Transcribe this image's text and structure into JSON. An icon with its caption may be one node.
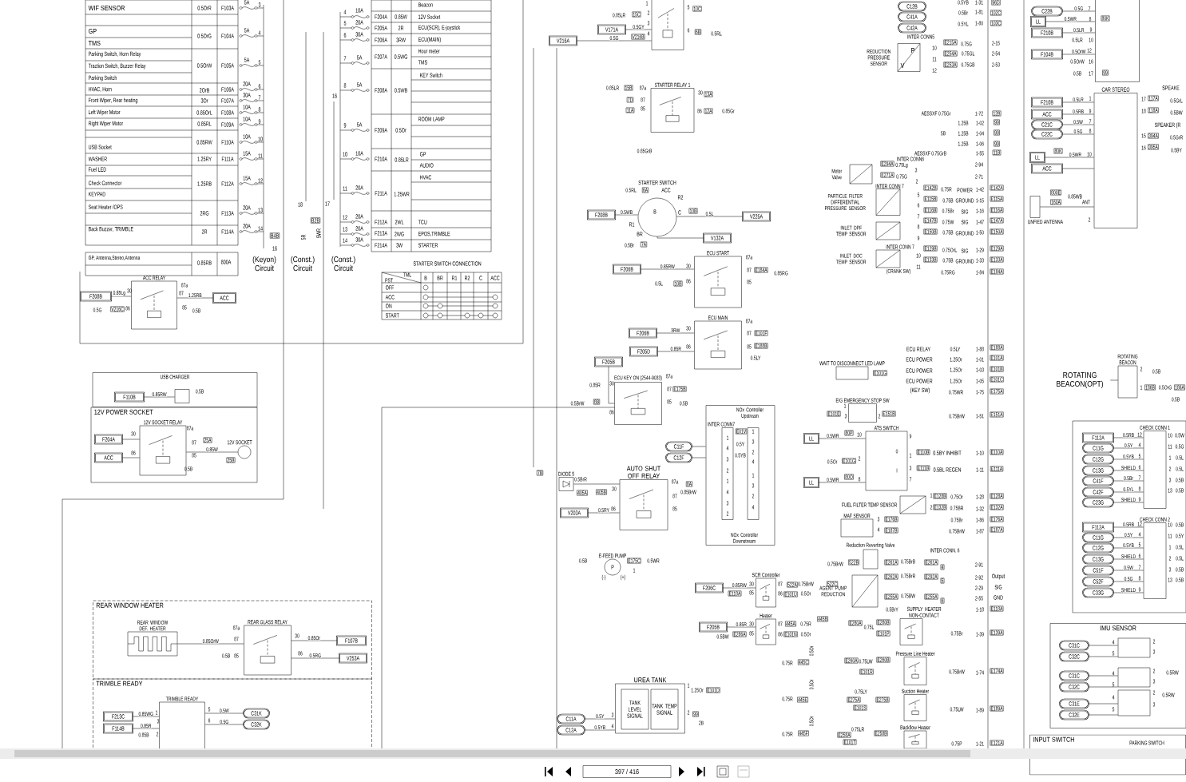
{
  "diagram": {
    "nodes": [
      {
        "text": [
          "ACC RELAY"
        ]
      },
      {
        "text": [
          "F208B"
        ]
      },
      {
        "text": [
          "ACC"
        ]
      },
      {
        "text": [
          "USB CHARGER"
        ]
      },
      {
        "text": [],
        "shape": "box",
        "in": 3
      },
      {
        "text": [
          "F110B"
        ],
        "in": 3
      },
      {
        "text": [
          "12V POWER SOCKET"
        ]
      },
      {
        "text": [
          "12V SOCKET RELAY"
        ],
        "in": 6
      },
      {
        "text": [
          "F204A"
        ],
        "in": 6
      },
      {
        "text": [
          "ACC"
        ],
        "in": 6
      },
      {
        "text": [
          "12V SOCKET"
        ],
        "in": 6
      },
      {
        "text": [
          "REAR WINDOW HEATER"
        ]
      },
      {
        "text": [
          "REAR WINDOW DEF. HEATER"
        ],
        "in": 11
      },
      {
        "text": [
          "REAR GLASS RELAY"
        ],
        "in": 11
      },
      {
        "text": [
          "F107B"
        ],
        "in": 11
      },
      {
        "text": [
          "V253A"
        ],
        "in": 11
      },
      {
        "text": [
          "TRIMBLE READY"
        ]
      },
      {
        "text": [
          "TRIMBLE READY"
        ],
        "in": 16
      },
      {
        "text": [
          "F213C"
        ],
        "in": 16
      },
      {
        "text": [
          "F114B"
        ],
        "in": 16
      },
      {
        "text": [
          "C31K"
        ],
        "in": 16
      },
      {
        "text": [
          "C32K"
        ],
        "in": 16
      },
      {
        "text": [],
        "shape": "box"
      },
      {
        "text": [
          "V171A"
        ]
      },
      {
        "text": [
          "V216A"
        ]
      },
      {
        "text": [
          "STARTER RELAY 1"
        ]
      },
      {
        "text": [
          "STARTER SWITCH"
        ]
      },
      {
        "text": [
          "F208B"
        ]
      },
      {
        "text": [
          "V225A"
        ]
      },
      {
        "text": [
          "V132A"
        ]
      },
      {
        "text": [
          "ECU START"
        ]
      },
      {
        "text": [
          "F206B"
        ]
      },
      {
        "text": [
          "ECU MAIN"
        ]
      },
      {
        "text": [
          "F206B"
        ]
      },
      {
        "text": [
          "F205D"
        ]
      },
      {
        "text": [
          "ECU KEY ON (2544-9033)"
        ]
      },
      {
        "text": [
          "F205B"
        ]
      },
      {
        "text": [
          "DIODE 5"
        ]
      },
      {
        "text": [
          "AUTO SHUT OFF RELAY"
        ]
      },
      {
        "text": [
          "V203A"
        ]
      },
      {
        "text": [
          "NOx Controller Upstream",
          "NOx Controller Downstream"
        ]
      },
      {
        "text": [
          "C11F"
        ]
      },
      {
        "text": [
          "C12F"
        ]
      },
      {
        "text": [
          "E-FEED PUMP"
        ]
      },
      {
        "text": [
          "UREA TANK"
        ]
      },
      {
        "text": [
          "TANK LEVEL SIGNAL"
        ],
        "in": 44
      },
      {
        "text": [
          "TANK TEMP SIGNAL"
        ],
        "in": 44
      },
      {
        "text": [
          "C11A"
        ]
      },
      {
        "text": [
          "C12A"
        ]
      },
      {
        "text": [
          "SCR Controller"
        ]
      },
      {
        "text": [
          "F206C"
        ]
      },
      {
        "text": [
          "Heater"
        ]
      },
      {
        "text": [
          "F205B"
        ]
      },
      {
        "text": [
          "AGENT PUMP REDUCTION"
        ]
      },
      {
        "text": [
          "Reduction Reverting Valve"
        ]
      },
      {
        "text": [
          "MAF SENSOR"
        ]
      },
      {
        "text": [
          "FUEL FILTER TEMP SENSOR"
        ]
      },
      {
        "text": [
          "ATS SWITCH"
        ]
      },
      {
        "text": [
          "LL"
        ]
      },
      {
        "text": [
          "LL"
        ]
      },
      {
        "text": [
          "E/G EMERGENCY STOP SW"
        ]
      },
      {
        "text": [
          "WAIT TO DISCONNECT LED LAMP"
        ]
      },
      {
        "text": [
          "Meter Valve"
        ]
      },
      {
        "text": [
          "PARTICLE FILTER DIFFERENTIAL PRESSURE SENSOR"
        ]
      },
      {
        "text": [
          "INLET DPF TEMP SENSOR"
        ]
      },
      {
        "text": [
          "INLET DOC TEMP SENSOR"
        ]
      },
      {
        "text": [
          "REDUCTION PRESSURE SENSOR"
        ]
      },
      {
        "text": [
          "SUPPLY HEATER NON-CONTACT"
        ]
      },
      {
        "text": [
          "Pressure Line Heater"
        ]
      },
      {
        "text": [
          "Suction Heater"
        ]
      },
      {
        "text": [
          "Backflow Heater"
        ]
      },
      {
        "text": [
          "CAR STEREO"
        ]
      },
      {
        "text": [
          "F210B"
        ]
      },
      {
        "text": [
          "ACC"
        ]
      },
      {
        "text": [
          "C21C"
        ]
      },
      {
        "text": [
          "C22C"
        ]
      },
      {
        "text": [
          "LL"
        ]
      },
      {
        "text": [
          "ACC"
        ]
      },
      {
        "text": [
          "UNFIED ANTENNA"
        ]
      },
      {
        "text": [],
        "shape": "box"
      },
      {
        "text": [
          "C22B"
        ]
      },
      {
        "text": [
          "LL"
        ]
      },
      {
        "text": [
          "F210B"
        ]
      },
      {
        "text": [
          "F104B"
        ]
      },
      {
        "text": [
          "ROTATING BEACON"
        ]
      },
      {
        "text": [
          "ROTATING BEACON(OPT)"
        ]
      },
      {
        "text": [],
        "shape": "box"
      },
      {
        "text": [
          "CHECK CONN 1"
        ],
        "in": 86
      },
      {
        "text": [
          "CHECK CONN 2"
        ],
        "in": 86
      },
      {
        "text": [
          "F112A"
        ],
        "in": 86
      },
      {
        "text": [
          "C11G"
        ],
        "in": 86
      },
      {
        "text": [
          "C12G"
        ],
        "in": 86
      },
      {
        "text": [
          "C13G"
        ],
        "in": 86
      },
      {
        "text": [
          "C41F"
        ],
        "in": 86
      },
      {
        "text": [
          "C42F"
        ],
        "in": 86
      },
      {
        "text": [
          "C23G"
        ],
        "in": 86
      },
      {
        "text": [
          "F112A"
        ],
        "in": 86
      },
      {
        "text": [
          "C11G"
        ],
        "in": 86
      },
      {
        "text": [
          "C12G"
        ],
        "in": 86
      },
      {
        "text": [
          "C13G"
        ],
        "in": 86
      },
      {
        "text": [
          "C51F"
        ],
        "in": 86
      },
      {
        "text": [
          "C52F"
        ],
        "in": 86
      },
      {
        "text": [
          "C33G"
        ],
        "in": 86
      },
      {
        "text": [
          "IMU SENSOR"
        ]
      },
      {
        "text": [],
        "shape": "box",
        "in": 103
      },
      {
        "text": [],
        "shape": "box",
        "in": 103
      },
      {
        "text": [],
        "shape": "box",
        "in": 103
      },
      {
        "text": [
          "C31C"
        ],
        "in": 103
      },
      {
        "text": [
          "C32C"
        ],
        "in": 103
      },
      {
        "text": [
          "C31C"
        ],
        "in": 103
      },
      {
        "text": [
          "C32C"
        ],
        "in": 103
      },
      {
        "text": [
          "C31E"
        ],
        "in": 103
      },
      {
        "text": [
          "C32E"
        ],
        "in": 103
      },
      {
        "text": [
          "INPUT SWITCH"
        ]
      },
      {
        "text": [
          "C12B"
        ]
      },
      {
        "text": [
          "C41A"
        ]
      },
      {
        "text": [
          "C42A"
        ]
      }
    ],
    "edges": [
      {
        "from": 1,
        "to": 0,
        "arrow": "none",
        "label": "0.85Lg"
      },
      {
        "from": 0,
        "to": 2,
        "arrow": "none",
        "label": "1.25RB"
      },
      {
        "from": 5,
        "to": 4,
        "arrow": "none",
        "label": "0.85RW"
      },
      {
        "from": 8,
        "to": 7,
        "arrow": "none"
      },
      {
        "from": 9,
        "to": 7,
        "arrow": "none"
      },
      {
        "from": 7,
        "to": 10,
        "arrow": "none",
        "label": "0.85W"
      },
      {
        "from": 12,
        "to": 13,
        "arrow": "none",
        "label": "0.85OrW"
      },
      {
        "from": 13,
        "to": 14,
        "arrow": "none",
        "label": "0.85Or"
      },
      {
        "from": 13,
        "to": 15,
        "arrow": "none",
        "label": "0.5RG"
      },
      {
        "from": 18,
        "to": 17,
        "arrow": "none",
        "label": "0.85WG"
      },
      {
        "from": 19,
        "to": 17,
        "arrow": "none",
        "label": "0.85R"
      },
      {
        "from": 17,
        "to": 20,
        "arrow": "none",
        "label": "0.5W"
      },
      {
        "from": 17,
        "to": 21,
        "arrow": "none",
        "label": "0.5G"
      },
      {
        "from": 23,
        "to": 22,
        "arrow": "none",
        "label": "0.5GY"
      },
      {
        "from": 24,
        "to": 22,
        "arrow": "none",
        "label": "0.5G"
      },
      {
        "from": 27,
        "to": 26,
        "arrow": "none",
        "label": "0.5WB"
      },
      {
        "from": 26,
        "to": 28,
        "arrow": "none",
        "label": "0.5L"
      },
      {
        "from": 26,
        "to": 29,
        "arrow": "none"
      },
      {
        "from": 31,
        "to": 30,
        "arrow": "none",
        "label": "0.85RW"
      },
      {
        "from": 33,
        "to": 32,
        "arrow": "none",
        "label": "3RW"
      },
      {
        "from": 34,
        "to": 32,
        "arrow": "none",
        "label": "0.85R"
      },
      {
        "from": 36,
        "to": 35,
        "arrow": "none"
      },
      {
        "from": 39,
        "to": 38,
        "arrow": "none",
        "label": "0.5RY"
      },
      {
        "from": 37,
        "to": 38,
        "arrow": "none"
      },
      {
        "from": 41,
        "to": 40,
        "arrow": "none"
      },
      {
        "from": 42,
        "to": 40,
        "arrow": "none"
      },
      {
        "from": 47,
        "to": 44,
        "arrow": "none",
        "label": "0.5Y"
      },
      {
        "from": 48,
        "to": 44,
        "arrow": "none",
        "label": "0.5YB"
      },
      {
        "from": 50,
        "to": 49,
        "arrow": "none",
        "label": "0.85RW"
      },
      {
        "from": 52,
        "to": 51,
        "arrow": "none",
        "label": "0.85R"
      },
      {
        "from": 58,
        "to": 57,
        "arrow": "none",
        "label": "0.5WR"
      },
      {
        "from": 59,
        "to": 57,
        "arrow": "none",
        "label": "0.5WR"
      },
      {
        "from": 72,
        "to": 71,
        "arrow": "none",
        "label": "0.5LR"
      },
      {
        "from": 73,
        "to": 71,
        "arrow": "none",
        "label": "0.5RB"
      },
      {
        "from": 74,
        "to": 71,
        "arrow": "none",
        "label": "0.5W"
      },
      {
        "from": 75,
        "to": 71,
        "arrow": "none",
        "label": "0.5G"
      },
      {
        "from": 76,
        "to": 71,
        "arrow": "none",
        "label": "0.5WR"
      },
      {
        "from": 77,
        "to": 71,
        "arrow": "none"
      },
      {
        "from": 78,
        "to": 71,
        "arrow": "none"
      },
      {
        "from": 80,
        "to": 79,
        "arrow": "none",
        "label": "0.5G"
      },
      {
        "from": 81,
        "to": 79,
        "arrow": "none",
        "label": "0.5WR"
      },
      {
        "from": 82,
        "to": 79,
        "arrow": "none",
        "label": "0.5LR"
      },
      {
        "from": 83,
        "to": 79,
        "arrow": "none",
        "label": "0.5OrW"
      },
      {
        "from": 85,
        "to": 84,
        "arrow": "none"
      },
      {
        "from": 89,
        "to": 87,
        "arrow": "none",
        "label": "0.5RB"
      },
      {
        "from": 90,
        "to": 87,
        "arrow": "none",
        "label": "0.5Y"
      },
      {
        "from": 91,
        "to": 87,
        "arrow": "none",
        "label": "0.5YB"
      },
      {
        "from": 92,
        "to": 87,
        "arrow": "none",
        "label": "SHIELD"
      },
      {
        "from": 93,
        "to": 87,
        "arrow": "none",
        "label": "0.5Br"
      },
      {
        "from": 94,
        "to": 87,
        "arrow": "none",
        "label": "0.5YL"
      },
      {
        "from": 95,
        "to": 87,
        "arrow": "none",
        "label": "SHIELD"
      },
      {
        "from": 96,
        "to": 88,
        "arrow": "none",
        "label": "0.5RB"
      },
      {
        "from": 97,
        "to": 88,
        "arrow": "none",
        "label": "0.5Y"
      },
      {
        "from": 98,
        "to": 88,
        "arrow": "none",
        "label": "0.5YB"
      },
      {
        "from": 99,
        "to": 88,
        "arrow": "none",
        "label": "SHIELD"
      },
      {
        "from": 100,
        "to": 88,
        "arrow": "none",
        "label": "0.5W"
      },
      {
        "from": 101,
        "to": 88,
        "arrow": "none",
        "label": "0.5G"
      },
      {
        "from": 102,
        "to": 88,
        "arrow": "none",
        "label": "SHIELD"
      },
      {
        "from": 107,
        "to": 104,
        "arrow": "none"
      },
      {
        "from": 108,
        "to": 104,
        "arrow": "none"
      },
      {
        "from": 109,
        "to": 105,
        "arrow": "none"
      },
      {
        "from": 110,
        "to": 105,
        "arrow": "none"
      },
      {
        "from": 111,
        "to": 106,
        "arrow": "none"
      },
      {
        "from": 112,
        "to": 106,
        "arrow": "none"
      }
    ],
    "labels": [
      "WIF SENSOR",
      "0.5OrR",
      "F103A",
      "5A",
      "3",
      "GP",
      "TMS",
      "0.5OrG",
      "F104A",
      "5A",
      "4",
      "Parking Switch, Horn Relay",
      "Traction Switch, Buzzer Relay",
      "Parking Switch",
      "0.5OrW",
      "F105A",
      "5A",
      "5",
      "HVAC, Horn",
      "2OrB",
      "F106A",
      "20A",
      "6",
      "Front Wiper, Rear heating",
      "3Or",
      "F107A",
      "30A",
      "7",
      "Left Wiper Motor",
      "0.85OrL",
      "F108A",
      "10A",
      "8",
      "Right Wiper Motor",
      "0.85RL",
      "F109A",
      "10A",
      "9",
      "0.85RW",
      "F110A",
      "10A",
      "10",
      "USB Socket",
      "WASHER",
      "1.25RY",
      "F111A",
      "15A",
      "11",
      "Fuel LED",
      "Check Connector",
      "KEYPAD",
      "1.25RB",
      "F112A",
      "15A",
      "12",
      "Seat Heater /OPS",
      "2RG",
      "F113A",
      "20A",
      "13",
      "Back Buzzer, TRIMBLE",
      "2R",
      "F114A",
      "20A",
      "14",
      "GP, Antenna,Stereo,Antenna",
      "0.85RB",
      "800A",
      "B4B",
      "16",
      "(Keyon) Circuit",
      "18",
      "5R",
      "(Const.) Circuit",
      "17",
      "B2B",
      "5WR",
      "(Const.) Circuit",
      "16",
      "Beacon",
      "4",
      "10A",
      "F204A",
      "0.85W",
      "12V Socket",
      "5",
      "20A",
      "F205A",
      "2R",
      "ECU(SCR), E-joystick",
      "6",
      "30A",
      "F206A",
      "3RW",
      "ECU(MAIN)",
      "7",
      "5A",
      "F207A",
      "0.5WG",
      "Hour meter",
      "TMS",
      "KEY Switch",
      "8",
      "5A",
      "F208A",
      "0.5WB",
      "ROOM LAMP",
      "9",
      "5A",
      "F209A",
      "0.5Or",
      "10",
      "10A",
      "F210A",
      "0.85LR",
      "GP",
      "AUDIO",
      "HVAC",
      "11",
      "20A",
      "F211A",
      "1.25WR",
      "12",
      "20A",
      "F212A",
      "2WL",
      "TCU",
      "13",
      "20A",
      "F213A",
      "2WG",
      "EPOS,TRIMBLE",
      "14",
      "30A",
      "F214A",
      "3W",
      "STARTER",
      "STARTER SWITCH CONNECTION",
      "PST",
      "TML",
      "B",
      "BR",
      "R1",
      "R2",
      "C",
      "ACC",
      "OFF",
      "ACC",
      "ON",
      "START",
      "30",
      "87a",
      "87",
      "0.5G",
      "V216C",
      "86",
      "85",
      "0.5B",
      "0.5B",
      "30",
      "87a",
      "87",
      "25A",
      "25B",
      "86",
      "85",
      "0.5B",
      "87a",
      "87",
      "0.5B",
      "85",
      "30",
      "86",
      "1",
      "3",
      "0.85B",
      "2",
      "5",
      "6",
      "1",
      "0.85LR",
      "15C",
      "2",
      "3",
      "V216B",
      "4",
      "5",
      "10C",
      "6",
      "6B",
      "0.5RL",
      "0.85LR",
      "15B",
      "87a",
      "7D",
      "87",
      "11A",
      "85",
      "30",
      "13A",
      "86",
      "12A",
      "0.85Gr",
      "0.85GrB",
      "AESSXF 0.75Gr",
      "1-72",
      "12B",
      "1.25B",
      "1-02",
      "99",
      "5B",
      "1.25B",
      "1-04",
      "99",
      "1.25B",
      "1-06",
      "99",
      "AESSXF 0.75GrB",
      "1-55",
      "11B",
      "0.5YB",
      "1-31",
      "96D",
      "0.5Br",
      "1-81",
      "102C",
      "0.5YL",
      "1-80",
      "103C",
      "INTER CONN5",
      "10",
      "11",
      "12",
      "E215A",
      "0.75G",
      "2-15",
      "E254A",
      "0.75GL",
      "2-54",
      "E253A",
      "0.75GB",
      "2-53",
      "P",
      "V",
      "7",
      "8",
      "80K",
      "9",
      "0.5LR",
      "10",
      "12",
      "0.5OrW",
      "16",
      "0.5B",
      "17",
      "99",
      "INTER CONN6",
      "E294A",
      "0.75Lg",
      "3",
      "2-94",
      "E271A",
      "0.75G",
      "2",
      "2-71",
      "INTER CONN 7",
      "5",
      "6",
      "7",
      "8",
      "9",
      "E142B",
      "0.75R",
      "POWER",
      "1-42",
      "E142A",
      "E115B",
      "0.75B",
      "GROUND",
      "1-15",
      "E115A",
      "E116B",
      "0.75Br",
      "SIG",
      "1-16",
      "E116A",
      "E147B",
      "0.75W",
      "SIG",
      "1-47",
      "E147A",
      "E150B",
      "0.75B",
      "GROUND",
      "1-50",
      "E150A",
      "INTER CONN 7",
      "10",
      "11",
      "E129B",
      "0.75OrL",
      "SIG",
      "1-29",
      "E129A",
      "E133B",
      "0.75B",
      "GROUND",
      "1-33",
      "E133A",
      "(CRANK SW)",
      "0.75RG",
      "1-84",
      "E184A",
      "0.5RL",
      "6A",
      "ACC",
      "R2",
      "B",
      "C",
      "10B",
      "R1",
      "BR",
      "0.5Br",
      "7A",
      "87a",
      "30",
      "87",
      "E184A",
      "0.85RG",
      "0.5L",
      "10B",
      "86",
      "85",
      "87a",
      "30",
      "87",
      "E101F",
      "86",
      "85",
      "E188B",
      "0.5LY",
      "87a",
      "0.85R",
      "30",
      "87",
      "E175B",
      "0.5BrW",
      "8B",
      "86",
      "85",
      "0.5B",
      "ECU RELAY",
      "0.5LY",
      "1-88",
      "E188A",
      "E101G",
      "ECU POWER",
      "1.25Or",
      "1-01",
      "E101A",
      "ECU POWER",
      "1.25Or",
      "1-03",
      "E101B",
      "ECU POWER",
      "1.25Or",
      "1-05",
      "E101C",
      "(KEY SW)",
      "0.75WR",
      "1-75",
      "E175A",
      "1",
      "E101E",
      "3",
      "2",
      "E151B",
      "0.75BrW",
      "1-51",
      "E151A",
      "80P",
      "10",
      "9",
      "1",
      "E110B",
      "0.5BY INHIBIT",
      "1-10",
      "E110A",
      "0.5Or",
      "E101G",
      "2",
      "0",
      "I",
      "3",
      "E111B",
      "0.5BL REGEN",
      "1-11",
      "E111A",
      "80O",
      "8",
      "7",
      "1",
      "E128B",
      "0.75Or",
      "1-28",
      "E128A",
      "2",
      "E132B",
      "0.75BR",
      "1-32",
      "E132A",
      "3",
      "E176B",
      "0.75Br",
      "1-86",
      "E176A",
      "4",
      "E187B",
      "0.75BrW",
      "1-87",
      "E187A",
      "INTER CONN. 6",
      "0.75BrW",
      "522B",
      "E261A",
      "0.75BrB",
      "E261A",
      "4",
      "2-91",
      "E262A",
      "0.75BrR",
      "E292A",
      "5",
      "2-92",
      "Output",
      "2-29",
      "SIG",
      "522C",
      "E255A",
      "0.75BW",
      "E255A",
      "6",
      "2-55",
      "GND",
      "0.5BrY",
      "1-18",
      "E118A",
      "30",
      "87",
      "522A",
      "0.75BrW",
      "E118A",
      "85",
      "86",
      "E101U",
      "0.5Or",
      "30",
      "87",
      "445A",
      "0.75R",
      "E286A",
      "85",
      "86",
      "E101N",
      "0.5Or",
      "0.5BW",
      "445B",
      "E280A",
      "0.75L",
      "E280B",
      "E101P",
      "0.75Br",
      "1-39",
      "E139A",
      "0.5Or",
      "0.5Or",
      "0.5Or",
      "0.75R",
      "445C",
      "E260A",
      "0.75LW",
      "E260B",
      "E101R",
      "0.75BrW",
      "1-74",
      "E174A",
      "0.75LY",
      "0.75R",
      "445E",
      "E275A",
      "E275B",
      "E101S",
      "0.75LW",
      "1-89",
      "E189A",
      "0.75LR",
      "0.75R",
      "445F",
      "E258A",
      "E258B",
      "E101T",
      "0.75P",
      "1-21",
      "E121A",
      "0.5BrR",
      "405A",
      "405B",
      "30",
      "87a",
      "8A",
      "87",
      "0.85BrW",
      "86",
      "85",
      "7B",
      "INTER CONN7",
      "E01V",
      "0.5Y",
      "0.5YB",
      "1",
      "4",
      "3",
      "2",
      "1",
      "4",
      "3",
      "2",
      "1",
      "3",
      "2",
      "4",
      "1",
      "3",
      "2",
      "4",
      "0.5B",
      "E175C",
      "0.5WR",
      "(-)",
      "(+)",
      "1",
      "P",
      "1",
      "1.25Or",
      "E101D",
      "3",
      "4",
      "2",
      "99",
      "2B",
      "1",
      "9",
      "7",
      "8",
      "80K",
      "10",
      "800E",
      "0.85WB",
      "160A",
      "ANT",
      "2",
      "17",
      "117A",
      "0.5GrL",
      "18",
      "118A",
      "0.5BW",
      "15",
      "394A",
      "0.5GrR",
      "16",
      "395A",
      "0.5BY",
      "SPEAKE",
      "SPEAKER (R",
      "2",
      "0.5B",
      "1",
      "186B",
      "0.5OrG",
      "186A",
      "0.5B",
      "12",
      "4",
      "5",
      "6",
      "7",
      "8",
      "9",
      "10",
      "11",
      "1",
      "2",
      "3",
      "13",
      "0.5W",
      "0.5G",
      "0.5L",
      "0.5L",
      "0.5B",
      "0.5B",
      "12",
      "4",
      "5",
      "6",
      "7",
      "8",
      "9",
      "10",
      "11",
      "1",
      "2",
      "3",
      "13",
      "0.5B",
      "0.5Y",
      "0.5L",
      "0.5L",
      "0.5B",
      "0.5B",
      "4",
      "5",
      "2",
      "3",
      "4",
      "5",
      "2",
      "0.5RW",
      "3",
      "4",
      "5",
      "2",
      "0.5RW",
      "3",
      "PARKING SWITCH",
      "397 / 416"
    ]
  }
}
